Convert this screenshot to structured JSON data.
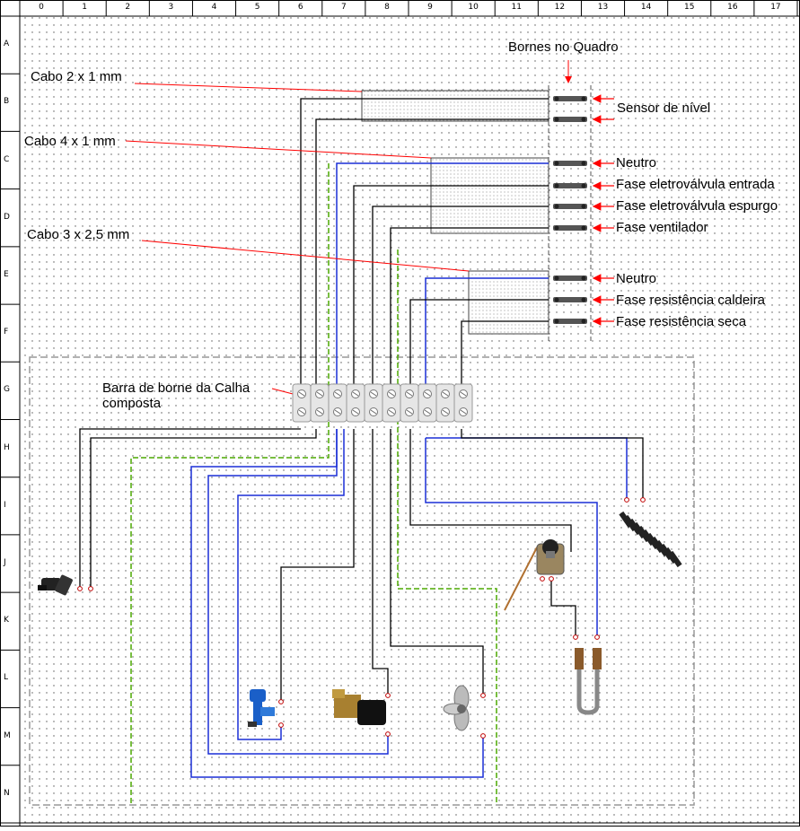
{
  "grid": {
    "columns": [
      "0",
      "1",
      "2",
      "3",
      "4",
      "5",
      "6",
      "7",
      "8",
      "9",
      "10",
      "11",
      "12",
      "13",
      "14",
      "15",
      "16",
      "17"
    ],
    "rows": [
      "A",
      "B",
      "C",
      "D",
      "E",
      "F",
      "G",
      "H",
      "I",
      "J",
      "K",
      "L",
      "M",
      "N"
    ]
  },
  "labels": {
    "bornes_quadro": "Bornes no Quadro",
    "cabo_2x1": "Cabo 2 x 1 mm",
    "cabo_4x1": "Cabo 4 x 1 mm",
    "cabo_3x25": "Cabo 3 x 2,5 mm",
    "barra_line1": "Barra de borne da Calha",
    "barra_line2": "composta"
  },
  "terminals": [
    "Sensor de nível",
    "Neutro",
    "Fase eletroválvula entrada",
    "Fase eletroválvula espurgo",
    "Fase ventilador",
    "Neutro",
    "Fase resistência caldeira",
    "Fase resistência seca"
  ],
  "colors": {
    "annotation": "#ff0000",
    "neutral_wire": "#1a2fd6",
    "phase_wire": "#000000",
    "earth_wire": "#4ca800",
    "cable_outline": "#444444",
    "terminal_block": "#e6e6e6"
  }
}
